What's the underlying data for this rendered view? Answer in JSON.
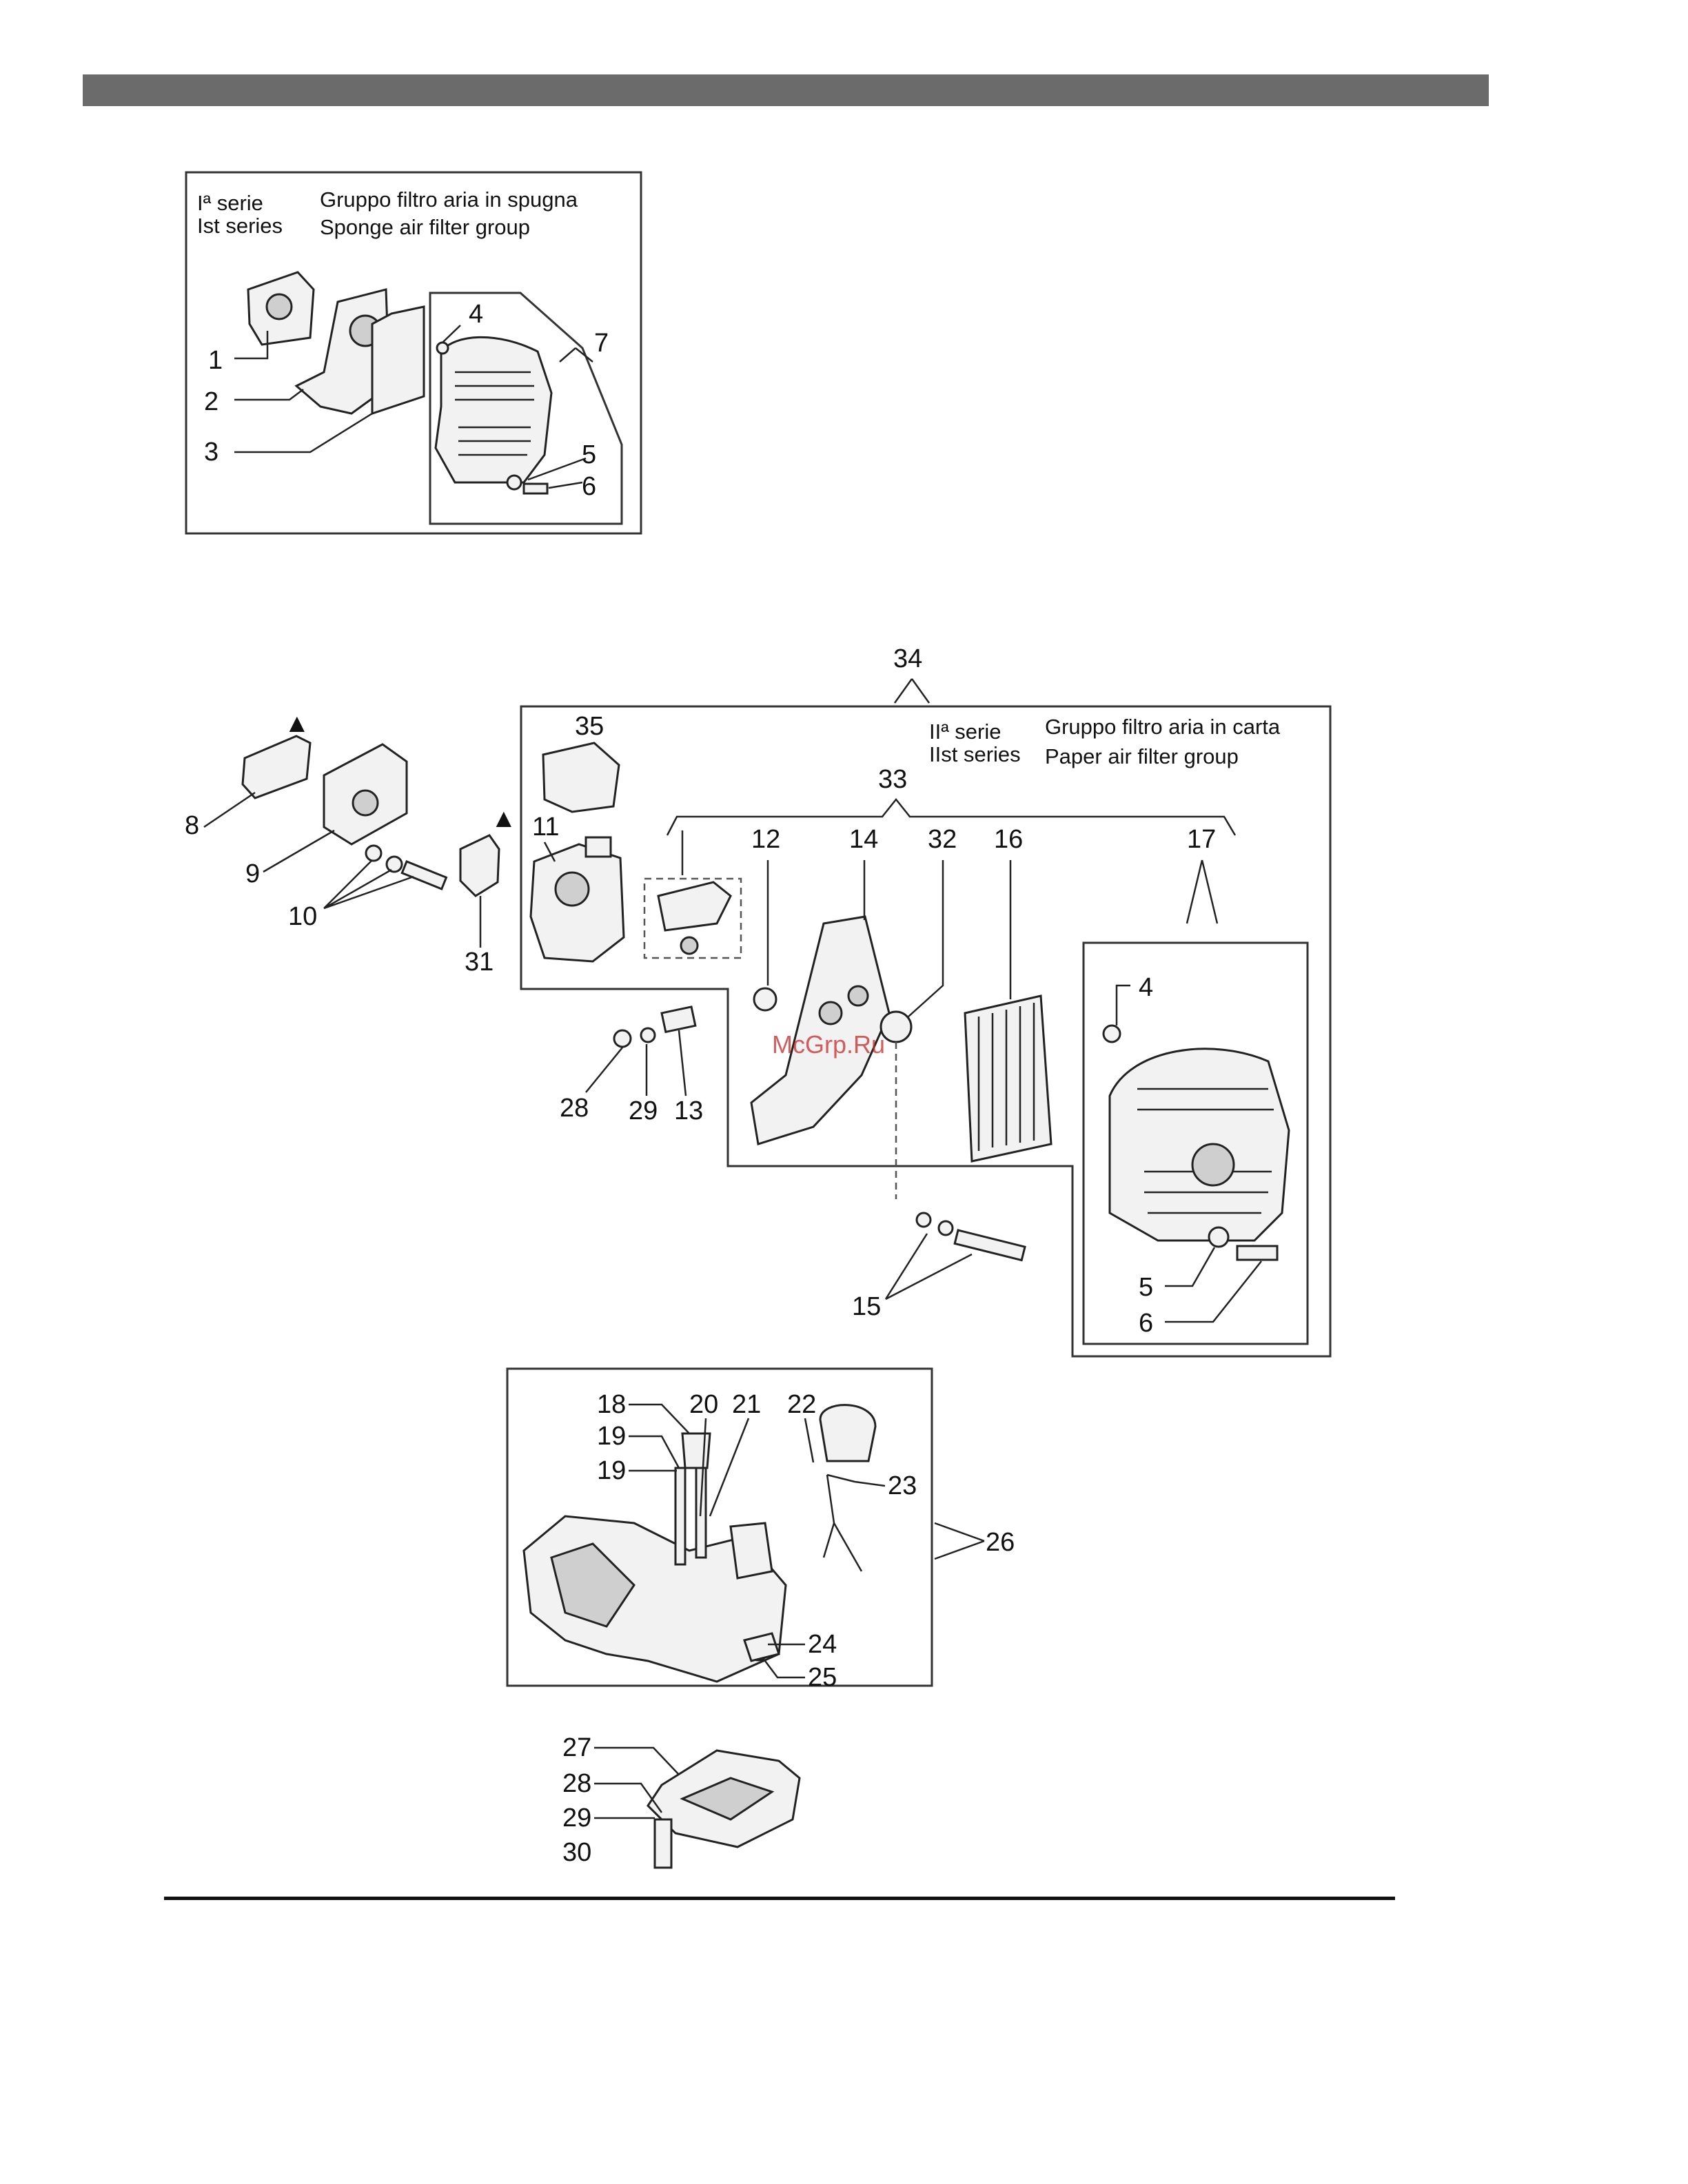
{
  "first_series": {
    "serie_it": "Iª serie",
    "series_en": "Ist series",
    "title_it": "Gruppo filtro aria in spugna",
    "title_en": "Sponge air filter group",
    "labels": [
      "1",
      "2",
      "3",
      "4",
      "5",
      "6",
      "7"
    ]
  },
  "second_series": {
    "serie_it": "IIª serie",
    "series_en": "IIst series",
    "title_it": "Gruppo filtro aria in carta",
    "title_en": "Paper air filter group",
    "labels": [
      "4",
      "5",
      "6",
      "11",
      "12",
      "14",
      "15",
      "16",
      "17",
      "32",
      "33",
      "34",
      "35"
    ]
  },
  "intake_labels": [
    "8",
    "9",
    "10",
    "31",
    "28",
    "29",
    "13"
  ],
  "warning_mark": "▲",
  "tank_labels": [
    "18",
    "19",
    "19",
    "20",
    "21",
    "22",
    "23",
    "24",
    "25",
    "26"
  ],
  "guard_labels": [
    "27",
    "28",
    "29",
    "30"
  ],
  "watermark": "McGrp.Ru",
  "colors": {
    "header_bar": "#6b6b6b",
    "watermark": "#c62828"
  }
}
